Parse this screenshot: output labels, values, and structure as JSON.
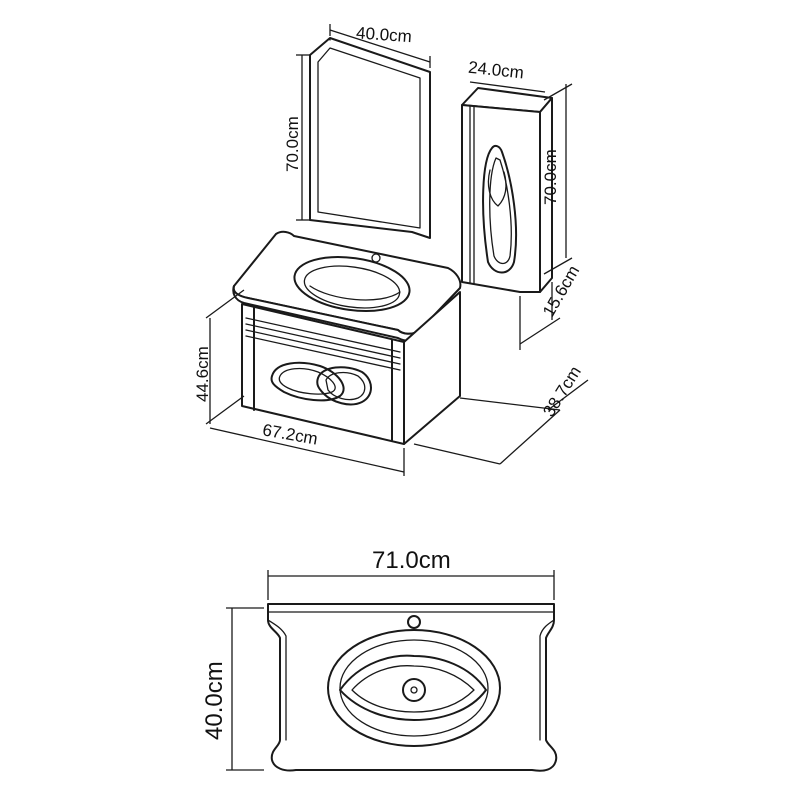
{
  "dimensions": {
    "mirror_width": "40.0cm",
    "mirror_height": "70.0cm",
    "cabinet_width": "24.0cm",
    "cabinet_height": "70.0cm",
    "cabinet_depth": "15.6cm",
    "vanity_height": "44.6cm",
    "vanity_width": "67.2cm",
    "vanity_depth": "38.7cm",
    "top_width": "71.0cm",
    "top_depth": "40.0cm"
  }
}
